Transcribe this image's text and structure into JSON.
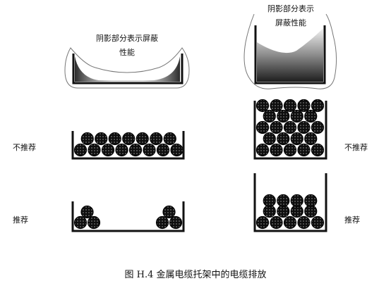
{
  "top_left": {
    "shield_line1": "阴影部分表示屏蔽",
    "shield_line2": "性能"
  },
  "top_right": {
    "shield_line1": "阴影部分表示",
    "shield_line2": "屏蔽性能"
  },
  "labels": {
    "not_recommended": "不推荐",
    "recommended": "推荐"
  },
  "caption": "图 H.4    金属电缆托架中的电缆排放"
}
